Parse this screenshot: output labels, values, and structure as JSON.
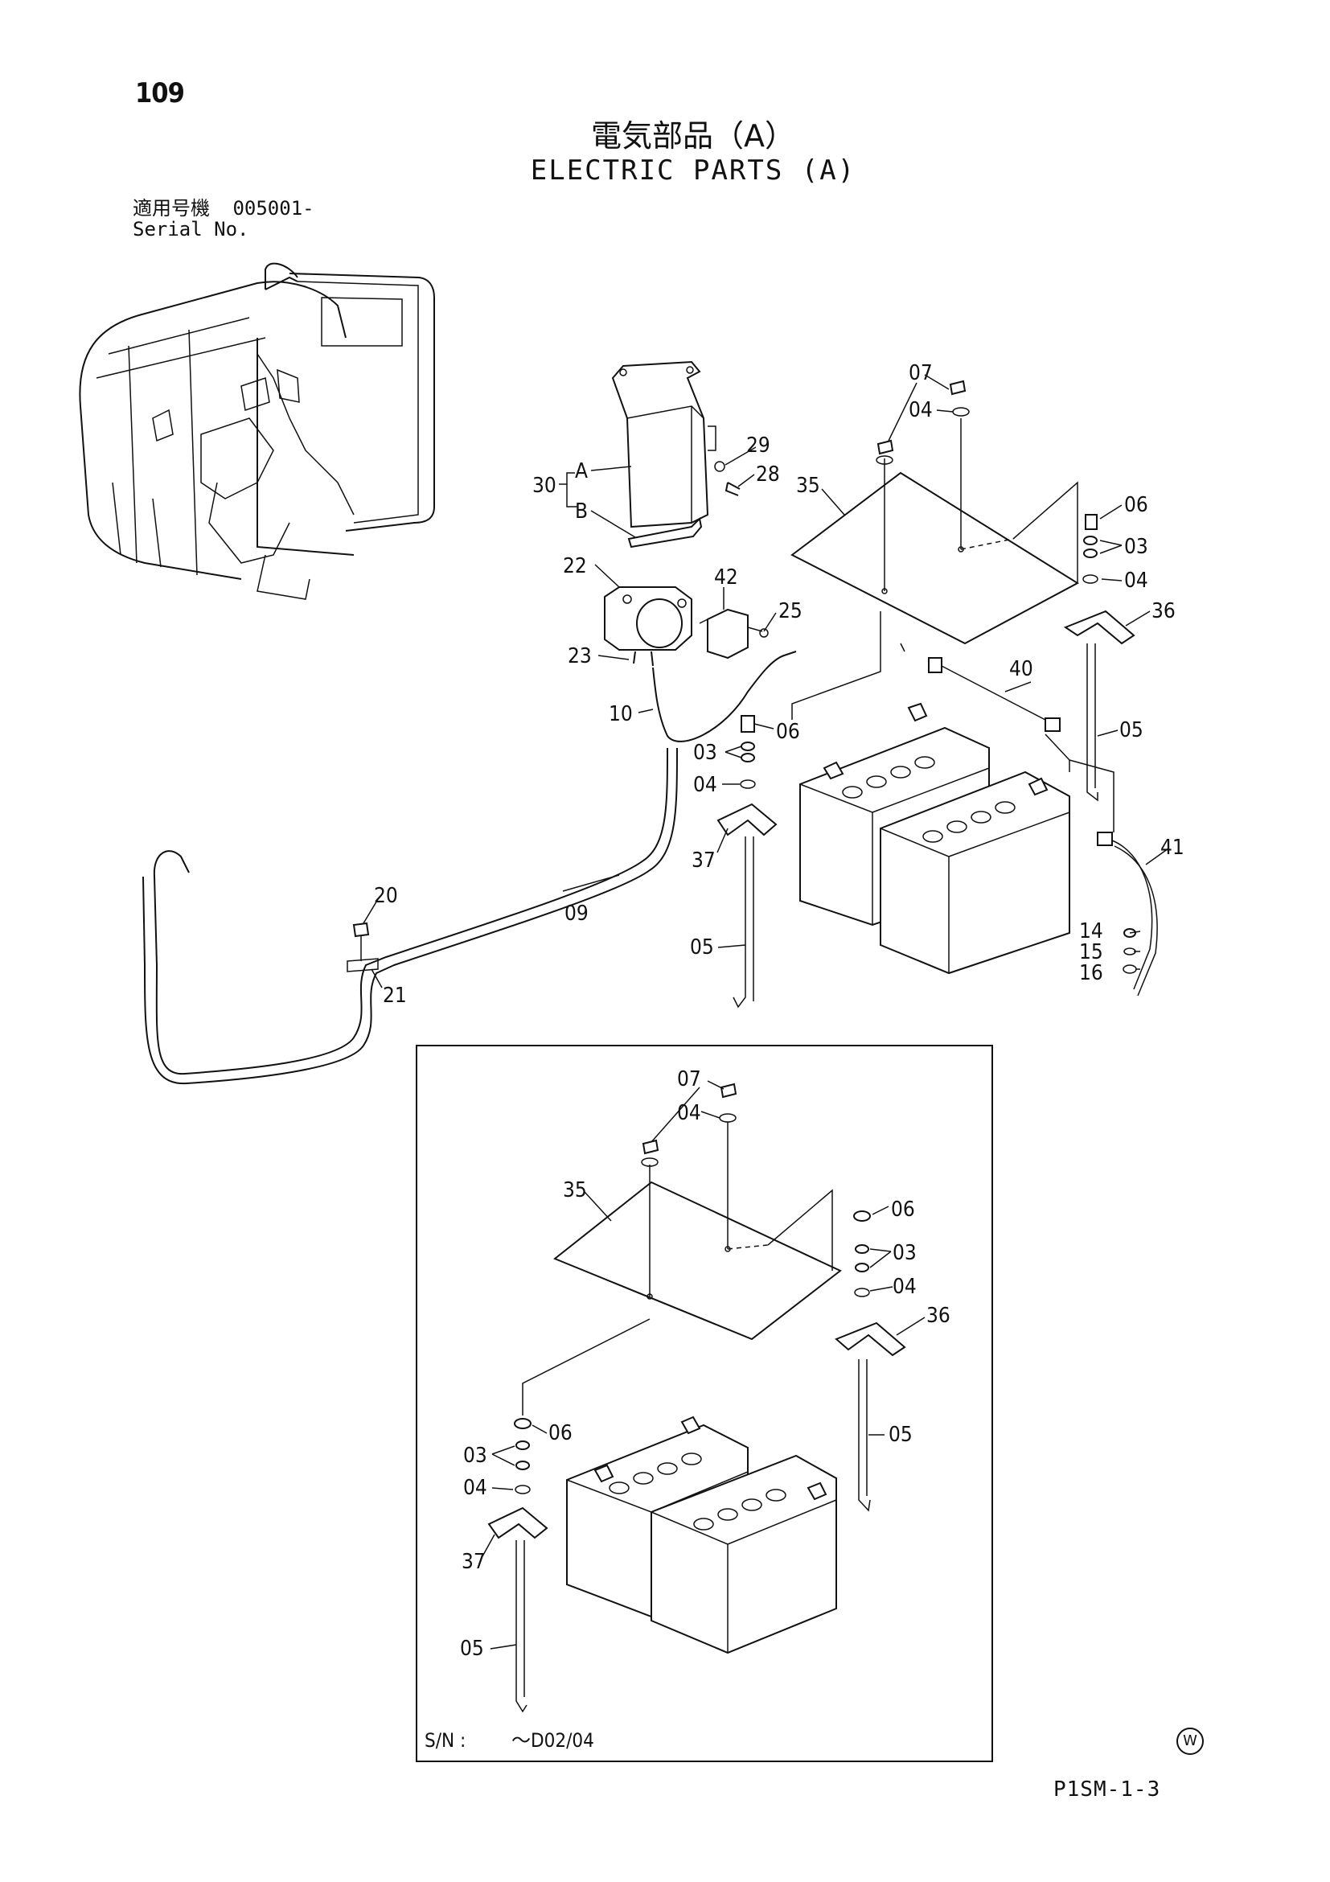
{
  "page": {
    "number": "109",
    "title_jp": "電気部品（A）",
    "title_en": "ELECTRIC PARTS (A)",
    "serial_label_jp": "適用号機",
    "serial_value": "005001-",
    "serial_label_en": "Serial No.",
    "drawing_code": "P1SM-1-3",
    "mark_symbol": "W"
  },
  "inset": {
    "sn_label": "S/N :",
    "sn_value": "～D02/04"
  },
  "callouts": {
    "c07": "07",
    "c04": "04",
    "c03": "03",
    "c06": "06",
    "c05": "05",
    "c09": "09",
    "c10": "10",
    "c14": "14",
    "c15": "15",
    "c16": "16",
    "c20": "20",
    "c21": "21",
    "c22": "22",
    "c23": "23",
    "c25": "25",
    "c28": "28",
    "c29": "29",
    "c30": "30",
    "c35": "35",
    "c36": "36",
    "c37": "37",
    "c40": "40",
    "c41": "41",
    "c42": "42",
    "cA": "A",
    "cB": "B"
  }
}
